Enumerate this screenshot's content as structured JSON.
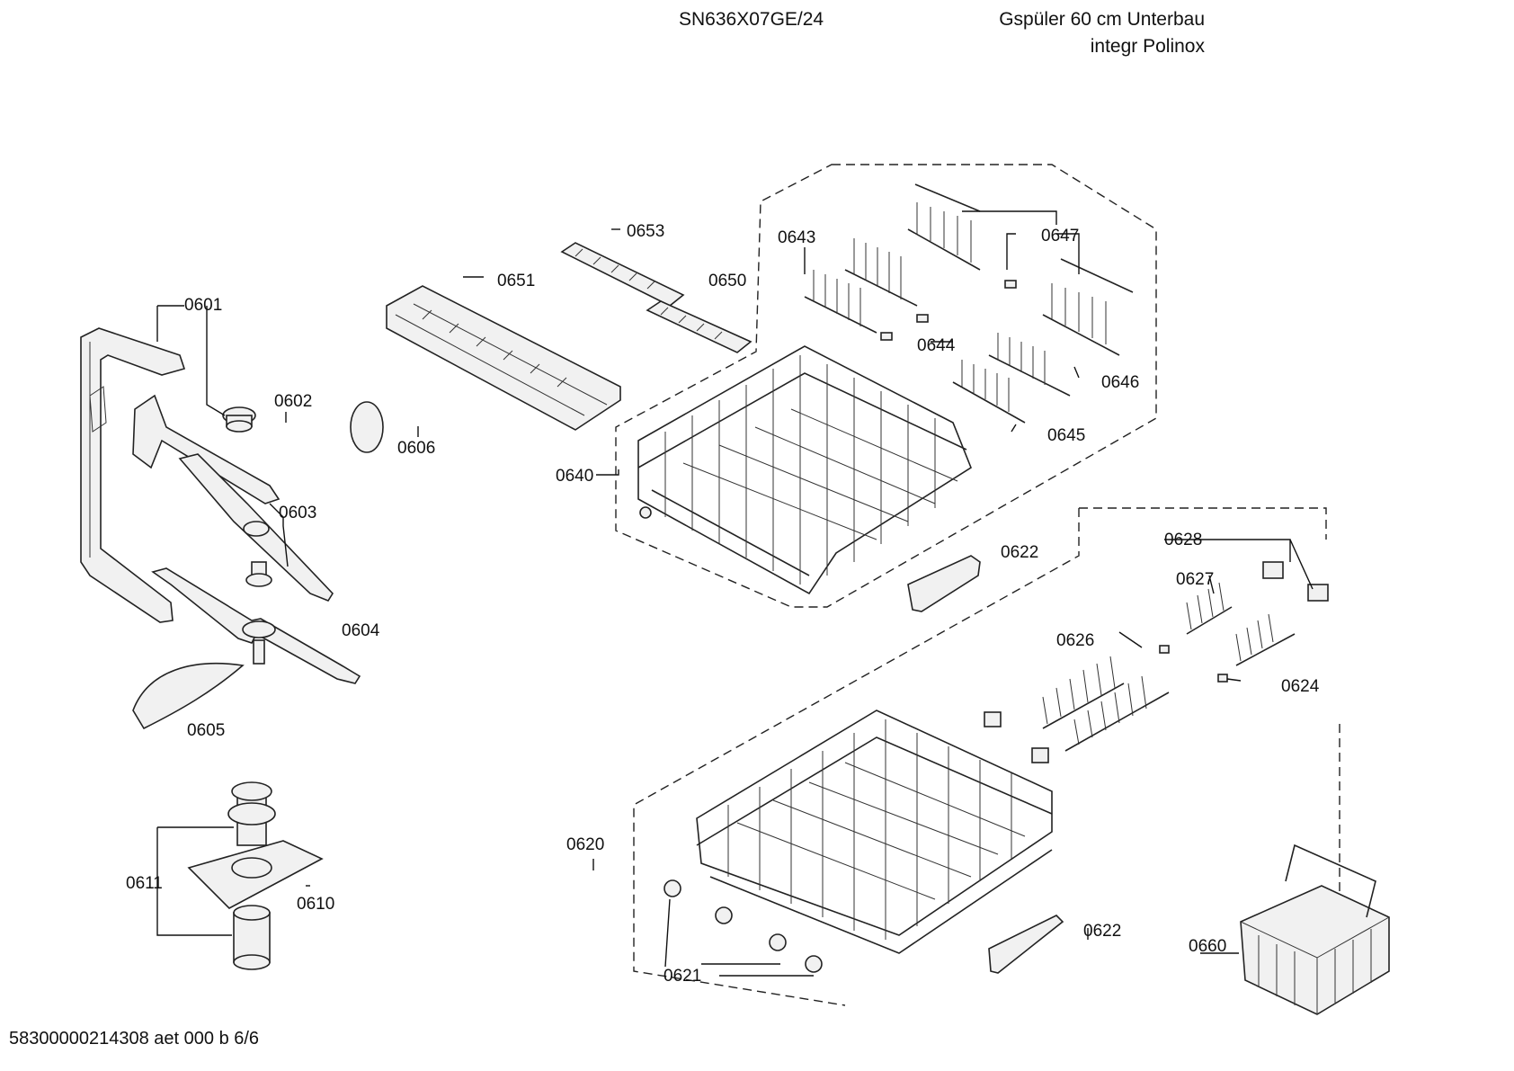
{
  "header": {
    "model": "SN636X07GE/24",
    "title_line1": "Gspüler 60 cm Unterbau",
    "title_line2": "integr Polinox"
  },
  "footer": {
    "code": "58300000214308 aet 000 b 6/6"
  },
  "callouts": {
    "c0601": "0601",
    "c0602": "0602",
    "c0603": "0603",
    "c0604": "0604",
    "c0605": "0605",
    "c0606": "0606",
    "c0610": "0610",
    "c0611": "0611",
    "c0620": "0620",
    "c0621": "0621",
    "c0622a": "0622",
    "c0622b": "0622",
    "c0624": "0624",
    "c0626": "0626",
    "c0627": "0627",
    "c0628": "0628",
    "c0640": "0640",
    "c0643": "0643",
    "c0644": "0644",
    "c0645": "0645",
    "c0646": "0646",
    "c0647": "0647",
    "c0650": "0650",
    "c0651": "0651",
    "c0653": "0653",
    "c0660": "0660"
  }
}
